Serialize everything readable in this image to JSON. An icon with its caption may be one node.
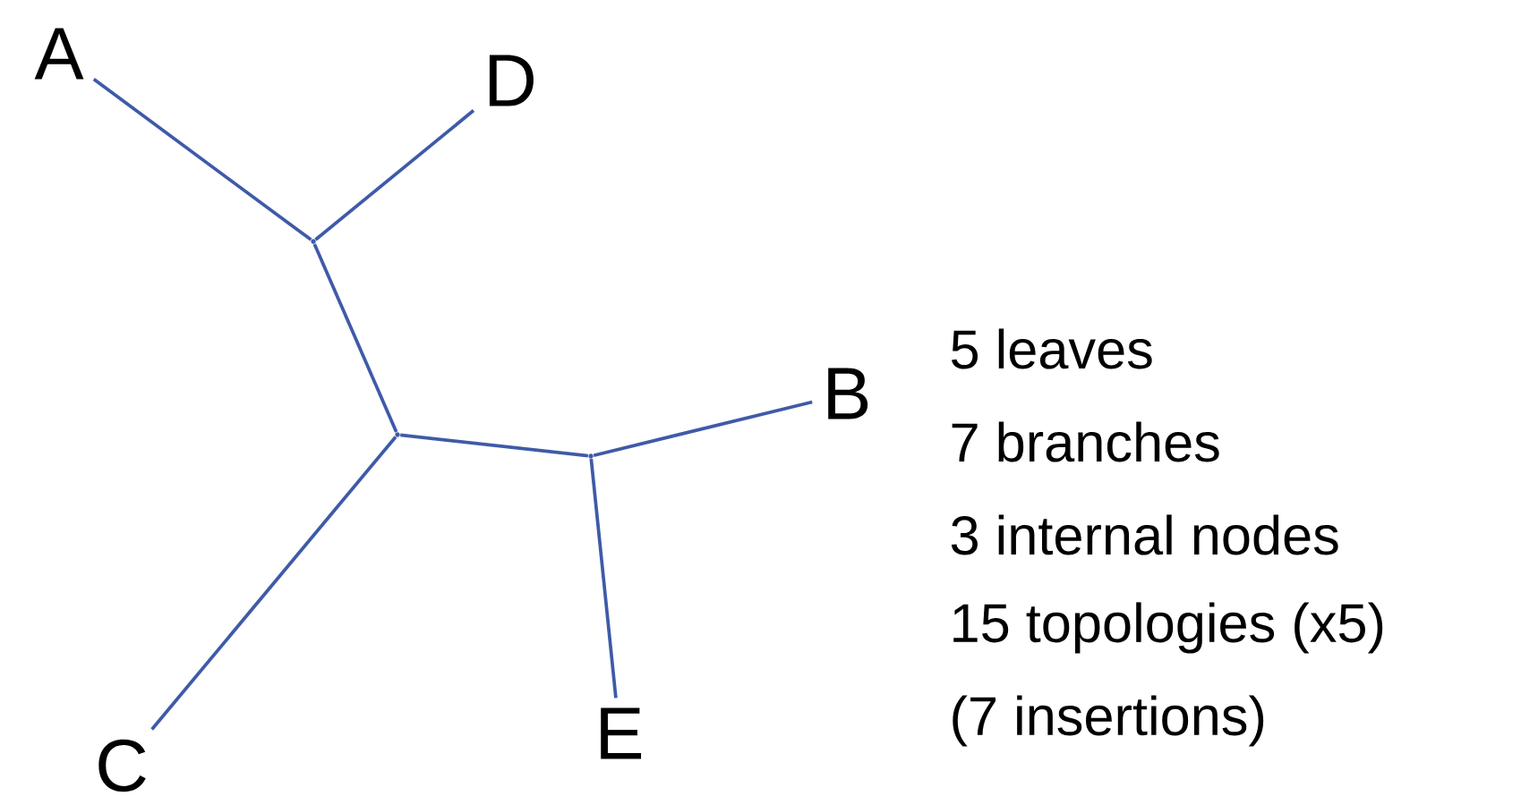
{
  "diagram": {
    "nodes": [
      {
        "text": [
          "A"
        ]
      },
      {
        "text": [
          "D"
        ]
      },
      {
        "text": [
          "B"
        ]
      },
      {
        "text": [
          "C"
        ]
      },
      {
        "text": [
          "E"
        ]
      },
      {
        "text": [],
        "shape": "point"
      },
      {
        "text": [],
        "shape": "point"
      },
      {
        "text": [],
        "shape": "point"
      }
    ],
    "edges": [
      {
        "from": 0,
        "to": 5,
        "arrow": "none"
      },
      {
        "from": 1,
        "to": 5,
        "arrow": "none"
      },
      {
        "from": 5,
        "to": 6,
        "arrow": "none"
      },
      {
        "from": 6,
        "to": 3,
        "arrow": "none"
      },
      {
        "from": 6,
        "to": 7,
        "arrow": "none"
      },
      {
        "from": 7,
        "to": 2,
        "arrow": "none"
      },
      {
        "from": 7,
        "to": 4,
        "arrow": "none"
      }
    ],
    "labels": [
      "5 leaves",
      "7 branches",
      "3 internal nodes",
      "15 topologies (x5)",
      "(7 insertions)"
    ]
  }
}
